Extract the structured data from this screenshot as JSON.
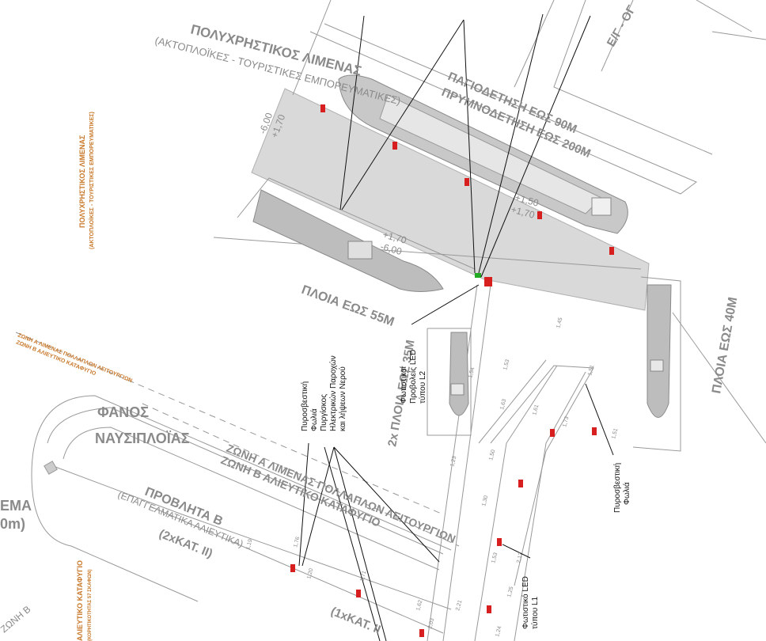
{
  "titles": {
    "main_port": "ΠΟΛΥΧΡΗΣΤΙΚΟΣ ΛΙΜΕΝΑΣ",
    "main_port_sub": "(ΑΚΤΟΠΛΟΪΚΕΣ - ΤΟΥΡΙΣΤΙΚΕΣ ΕΜΠΟΡΕΥΜΑΤΙΚΕΣ)",
    "side_port": "ΠΟΛΥΧΡΗΣΤΙΚΟΣ ΛΙΜΕΝΑΣ",
    "side_port_sub": "(ΑΚΤΟΠΛΟΪΚΕΣ - ΤΟΥΡΙΣΤΙΚΕΣ ΕΜΠΟΡΕΥΜΑΤΙΚΕΣ)",
    "mooring_1": "ΠΑΓΙΟΔΕΤΗΣΗ ΕΩΣ 90Μ",
    "mooring_2": "ΠΡΥΜΝΟΔΕΤΗΣΗ ΕΩΣ 200Μ",
    "road": "Ε/Γ - ΟΓ",
    "ships_55": "ΠΛΟΙΑ ΕΩΣ 55Μ",
    "ships_2x35": "2x ΠΛΟΙΑ ΕΩΣ 35Μ",
    "ships_40": "ΠΛΟΙΑ ΕΩΣ 40Μ",
    "lighthouse_1": "ΦΑΝΟΣ",
    "lighthouse_2": "ΝΑΥΣΙΠΛΟΪΑΣ",
    "zone_a": "ΖΩΝΗ Α ΛΙΜΕΝΑΣ ΠΟΛΛΑΠΛΩΝ ΛΕΙΤΟΥΡΓΙΩΝ",
    "zone_b": "ΖΩΝΗ Β ΑΛΙΕΥΤΙΚΟ ΚΑΤΑΦΥΓΙΟ",
    "zone_a_small": "ΖΩΝΗ Α ΛΙΜΕΝΑΣ ΠΟΛΛΑΠΛΩΝ ΛΕΙΤΟΥΡΓΙΩΝ",
    "zone_b_small": "ΖΩΝΗ Β ΑΛΙΕΥΤΙΚΟ ΚΑΤΑΦΥΓΙΟ",
    "provlita_1": "ΠΡΟΒΛΗΤΑ Β",
    "provlita_2": "(ΕΠΑΓΓΕΛΜΑΤΙΚΑ ΑΛΙΕΥΤΙΚΑ)",
    "provlita_3": "(2xΚΑΤ. ΙΙ)",
    "kat_bottom": "(1xΚΑΤ. ΙΙ",
    "left_edge_1": "ΕΜΑ",
    "left_edge_2": "0m)",
    "left_zone": "ΖΩΝΗ Β",
    "fishing_refuge": "ΑΛΙΕΥΤΙΚΟ ΚΑΤΑΦΥΓΙΟ",
    "fishing_refuge_sub": "(ΚΟΡΗΤΙΚΟΤΗΤΑΣ 57 ΣΚΑΦΩΝ)"
  },
  "depths": {
    "d1": "-6,00",
    "d2": "+1,70",
    "d3": "+1,70",
    "d4": "-6,00",
    "d5": "+1,50",
    "d6": "+1,70"
  },
  "callouts": {
    "fire_group": [
      "Πυροσβεστική",
      "Φωλιά",
      "Πυργίσκος",
      "Ηλεκτρικών Παροχών",
      "και λήψεων Νερού"
    ],
    "led_l2": [
      "Φωτιστικοί",
      "Προβολείς LED",
      "τύπου L2"
    ],
    "led_l1": [
      "Φωτιστικό LED",
      "τύπου L1"
    ],
    "fire_right": [
      "Πυροσβεστική",
      "Φωλιά"
    ]
  },
  "spot_levels": [
    "1,53",
    "1,45",
    "1,54",
    "1,63",
    "1,61",
    "1,50",
    "1,73",
    "1,51",
    "1,23",
    "1,30",
    "2,17",
    "1,53",
    "1,25",
    "1,24",
    "1,71",
    "1,62",
    "1,20",
    "1,19",
    "1,76",
    "1,51",
    "2,03",
    "2,21"
  ],
  "colors": {
    "linework": "#999999",
    "hull": "#bdbdbd",
    "basin": "#d9d9d9",
    "marker": "#d81f1f",
    "orange_label": "#c8782a"
  }
}
